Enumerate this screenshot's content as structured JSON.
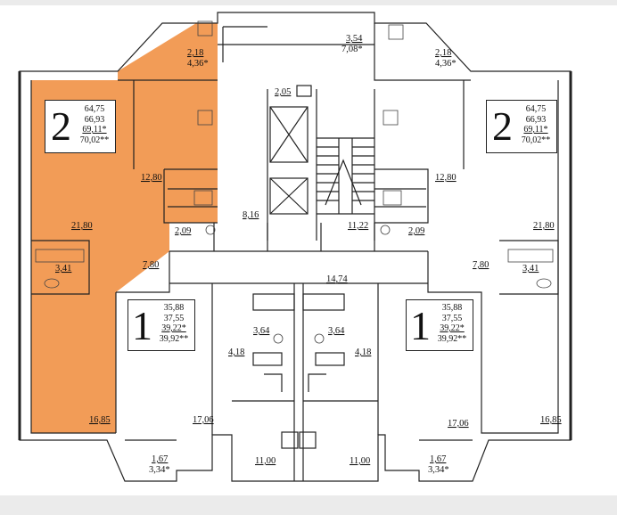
{
  "colors": {
    "highlight": "#f29c57",
    "wall": "#222222",
    "bg": "#ffffff",
    "strip": "#ebebeb"
  },
  "apartments": {
    "left2": {
      "rooms": "2",
      "areas": [
        "64,75",
        "66,93",
        "69,11*",
        "70,02**"
      ]
    },
    "right2": {
      "rooms": "2",
      "areas": [
        "64,75",
        "66,93",
        "69,11*",
        "70,02**"
      ]
    },
    "left1": {
      "rooms": "1",
      "areas": [
        "35,88",
        "37,55",
        "39,22*",
        "39,92**"
      ]
    },
    "right1": {
      "rooms": "1",
      "areas": [
        "35,88",
        "37,55",
        "39,22*",
        "39,92**"
      ]
    }
  },
  "labels": {
    "balcony_tl_1": "2,18",
    "balcony_tl_2": "4,36*",
    "balcony_tr_1": "2,18",
    "balcony_tr_2": "4,36*",
    "top_center_1": "3,54",
    "top_center_2": "7,08*",
    "lift_small": "2,05",
    "left_kitchen": "12,80",
    "right_kitchen": "12,80",
    "left_room": "21,80",
    "right_room": "21,80",
    "left_hall": "8,16",
    "right_hall": "11,22",
    "left_bath2": "2,09",
    "right_bath2": "2,09",
    "left_wc": "3,41",
    "right_wc": "3,41",
    "left_corr": "7,80",
    "right_corr": "7,80",
    "corridor": "14,74",
    "left_bath1": "3,64",
    "right_bath1": "3,64",
    "left_hall1": "4,18",
    "right_hall1": "4,18",
    "left_bedroom": "16,85",
    "right_bedroom": "16,85",
    "left_room1": "17,06",
    "right_room1": "17,06",
    "left_kitchen1": "11,00",
    "right_kitchen1": "11,00",
    "balcony_bl_1": "1,67",
    "balcony_bl_2": "3,34*",
    "balcony_br_1": "1,67",
    "balcony_br_2": "3,34*"
  }
}
